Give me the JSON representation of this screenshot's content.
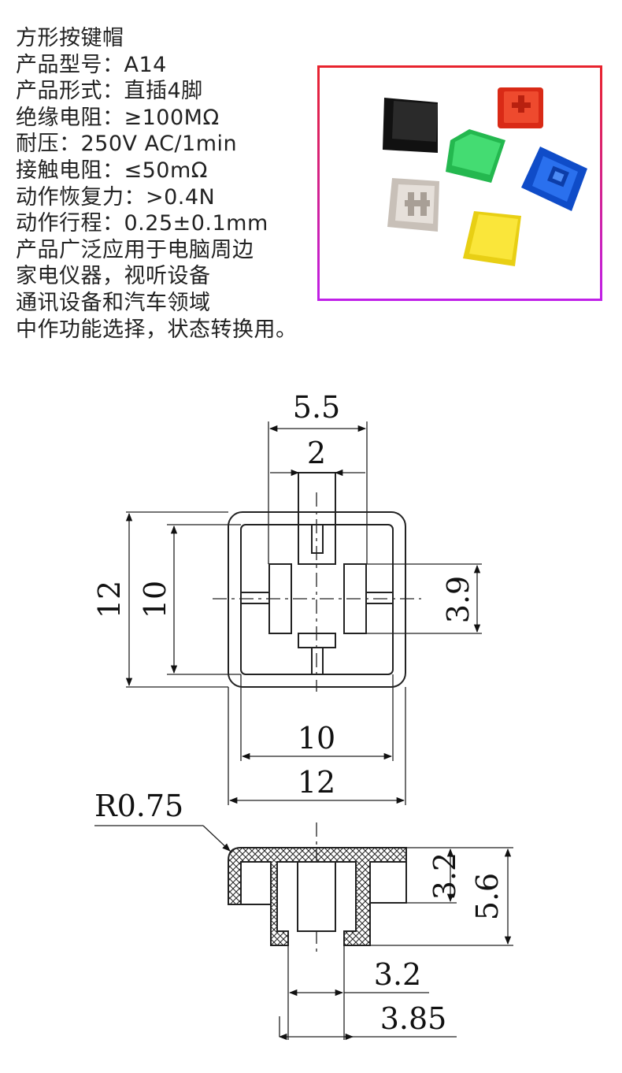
{
  "specs": {
    "lines": [
      "方形按键帽",
      "产品型号：A14",
      "产品形式：直插4脚",
      "绝缘电阻：≥100MΩ",
      "耐压：250V AC/1min",
      "接触电阻：≤50mΩ",
      "动作恢复力：>0.4N",
      "动作行程：0.25±0.1mm",
      "产品广泛应用于电脑周边",
      "家电仪器，视听设备",
      "通讯设备和汽车领域",
      "中作功能选择，状态转换用。"
    ]
  },
  "photo": {
    "caps": [
      {
        "name": "black-cap",
        "color": "#1a1a1a"
      },
      {
        "name": "red-cap",
        "color": "#e8321e"
      },
      {
        "name": "green-cap",
        "color": "#2ec95a"
      },
      {
        "name": "blue-cap",
        "color": "#1658d8"
      },
      {
        "name": "gray-cap",
        "color": "#d8d2cc"
      },
      {
        "name": "yellow-cap",
        "color": "#f5e02a"
      }
    ],
    "border_gradient": [
      "#e8232d",
      "#c020e8"
    ]
  },
  "drawing": {
    "top_view": {
      "width_outer": "5.5",
      "width_inner": "2",
      "height_outer": "12",
      "height_inner": "10",
      "side": "3.9",
      "bottom_inner": "10",
      "bottom_outer": "12"
    },
    "side_view": {
      "radius": "R0.75",
      "height_small": "3.2",
      "height_total": "5.6",
      "stem_inner": "3.2",
      "stem_outer": "3.85"
    }
  }
}
